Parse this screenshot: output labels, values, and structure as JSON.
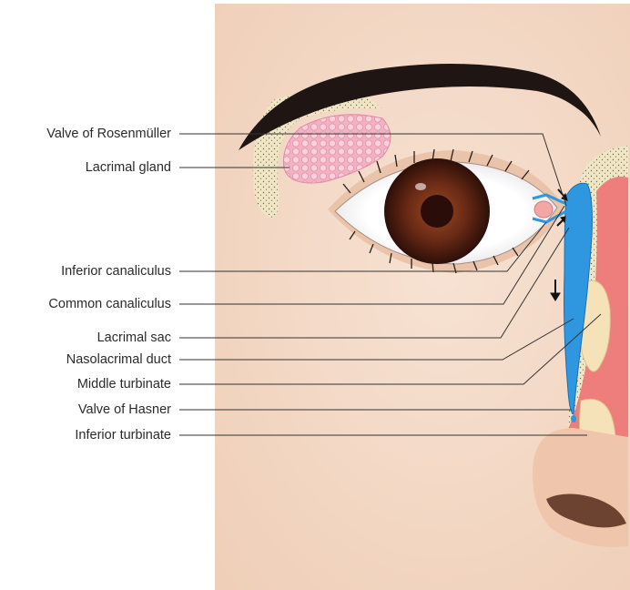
{
  "labels": [
    "Valve of Rosenmüller",
    "Lacrimal gland",
    "Inferior canaliculus",
    "Common canaliculus",
    "Lacrimal sac",
    "Nasolacrimal duct",
    "Middle turbinate",
    "Valve of Hasner",
    "Inferior turbinate"
  ],
  "colors": {
    "skin": "#f2d6c2",
    "duct": "#2f97e0",
    "gland": "#f4b6c8",
    "bone": "#efe6c6",
    "mucosa": "#ee7e7b",
    "iris": "#6a2a16",
    "pupil": "#2a0d08",
    "brow": "#1f1512",
    "leader_line": "#333333"
  }
}
